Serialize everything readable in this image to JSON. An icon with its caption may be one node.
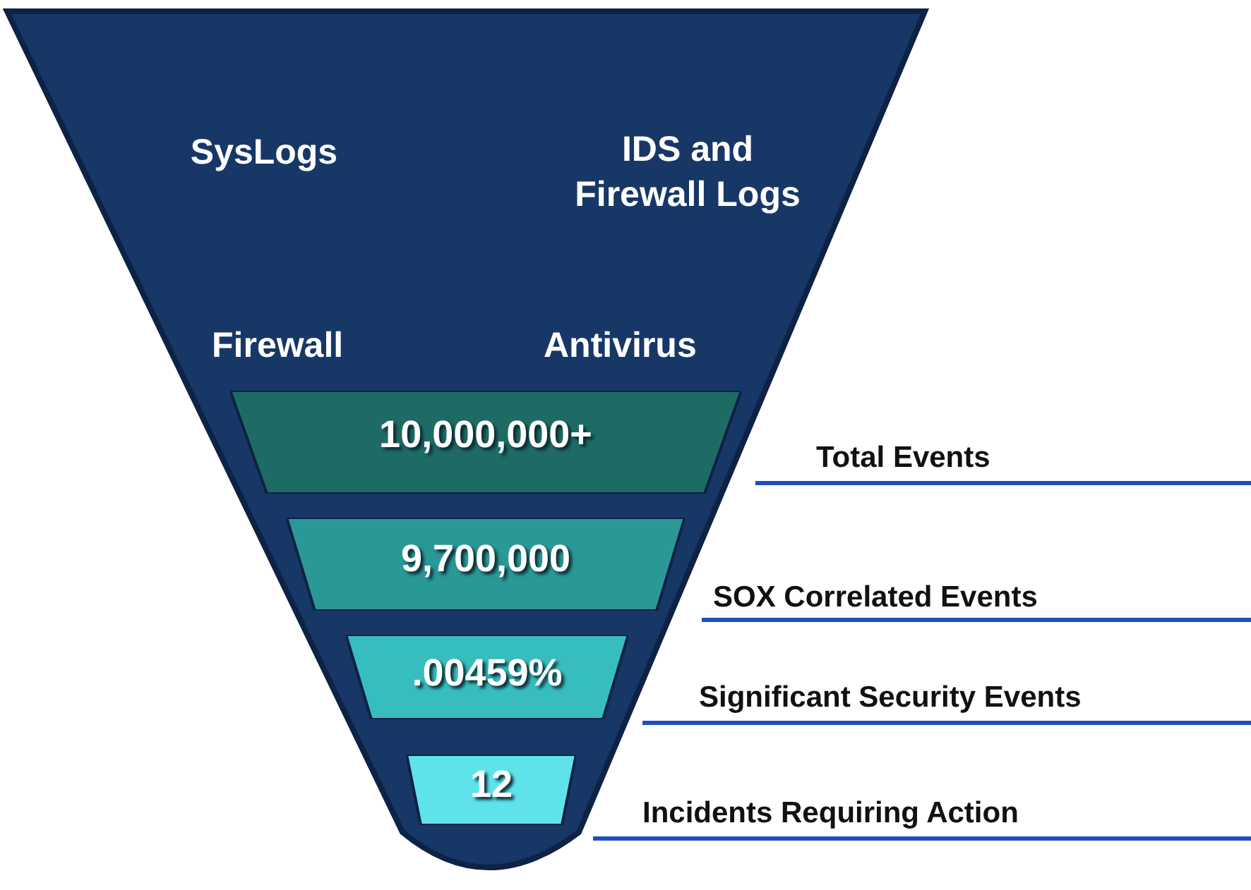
{
  "diagram": {
    "nodes": [
      {
        "text": [
          "SysLogs",
          "IDS and Firewall Logs",
          "Firewall",
          "Antivirus"
        ]
      },
      {
        "text": [
          "10,000,000+"
        ],
        "in": 0
      },
      {
        "text": [
          "9,700,000"
        ],
        "in": 0
      },
      {
        "text": [
          ".00459%"
        ],
        "in": 0
      },
      {
        "text": [
          "12"
        ],
        "in": 0
      }
    ],
    "labels": [
      "Total Events",
      "SOX Correlated Events",
      "Significant Security Events",
      "Incidents Requiring Action"
    ]
  }
}
